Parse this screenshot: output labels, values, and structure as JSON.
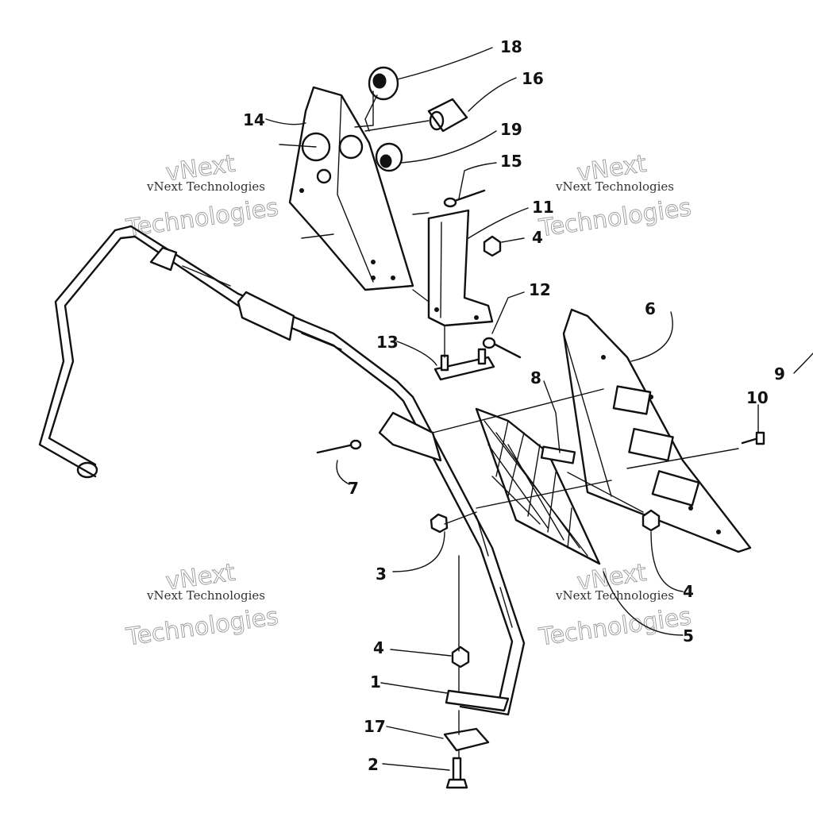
{
  "callouts": {
    "c1": "1",
    "c2": "2",
    "c3": "3",
    "c4a": "4",
    "c4b": "4",
    "c4c": "4",
    "c5": "5",
    "c6": "6",
    "c7": "7",
    "c8": "8",
    "c9": "9",
    "c10": "10",
    "c11": "11",
    "c12": "12",
    "c13": "13",
    "c14": "14",
    "c15": "15",
    "c16": "16",
    "c17": "17",
    "c18": "18",
    "c19": "19"
  },
  "watermark": {
    "line1": "vNext",
    "line2": "vNext Technologies",
    "line3": "Technologies"
  },
  "colors": {
    "ink": "#111111",
    "watermark": "#9a9a9a",
    "background": "#ffffff"
  }
}
